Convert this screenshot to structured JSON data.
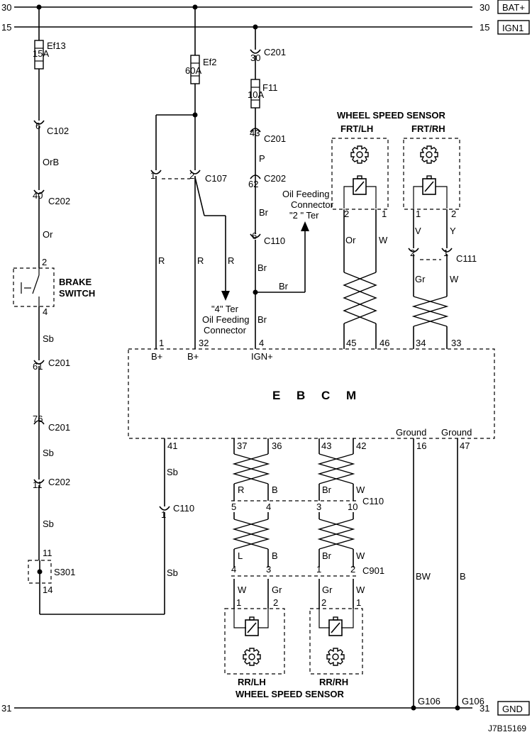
{
  "rails": {
    "bat": {
      "num_left": "30",
      "num_right": "30",
      "label": "BAT+"
    },
    "ign": {
      "num_left": "15",
      "num_right": "15",
      "label": "IGN1"
    },
    "gnd": {
      "num_left": "31",
      "num_right": "31",
      "label": "GND"
    }
  },
  "fuses": {
    "ef13": {
      "name": "Ef13",
      "rating": "15A"
    },
    "ef2": {
      "name": "Ef2",
      "rating": "60A"
    },
    "f11": {
      "name": "F11",
      "rating": "10A"
    }
  },
  "left_column": {
    "c102": {
      "pin": "6",
      "name": "C102"
    },
    "wire1": "OrB",
    "c202a": {
      "pin": "40",
      "name": "C202"
    },
    "wire2": "Or",
    "brake_switch": {
      "pin_top": "2",
      "pin_bottom": "4",
      "label_line1": "BRAKE",
      "label_line2": "SWITCH"
    },
    "wire3": "Sb",
    "c201a": {
      "pin": "61",
      "name": "C201"
    },
    "c201b": {
      "pin": "76",
      "name": "C201"
    },
    "wire4": "Sb",
    "c202b": {
      "pin": "11",
      "name": "C202"
    },
    "wire5": "Sb",
    "s301": {
      "name": "S301",
      "pin_top": "11",
      "pin_bottom": "14"
    }
  },
  "ign_column": {
    "c201_top": {
      "pin": "30",
      "name": "C201"
    },
    "c201_mid": {
      "pin": "43",
      "name": "C201"
    },
    "wire_p": "P",
    "c202": {
      "pin": "62",
      "name": "C202"
    },
    "wire_br1": "Br",
    "c110": {
      "pin": "6",
      "name": "C110"
    },
    "wire_br2": "Br",
    "wire_br_branch": "Br",
    "wire_br3": "Br",
    "oil_connector_2": [
      "Oil Feeding",
      "Connector",
      "\"2 \" Ter"
    ]
  },
  "c107": {
    "name": "C107",
    "pin1": "1",
    "pin2": "2"
  },
  "oil_connector_4": [
    "\"4\" Ter",
    "Oil Feeding",
    "Connector"
  ],
  "wire_r": "R",
  "ebcm": {
    "title": "E B C M",
    "pins_top": [
      {
        "num": "1",
        "label": "B+"
      },
      {
        "num": "32",
        "label": "B+"
      },
      {
        "num": "4",
        "label": "IGN+"
      },
      {
        "num": "45"
      },
      {
        "num": "46"
      },
      {
        "num": "34"
      },
      {
        "num": "33"
      }
    ],
    "pins_bottom": [
      {
        "num": "41"
      },
      {
        "num": "37"
      },
      {
        "num": "36"
      },
      {
        "num": "43"
      },
      {
        "num": "42"
      },
      {
        "num": "16",
        "label": "Ground"
      },
      {
        "num": "47",
        "label": "Ground"
      }
    ]
  },
  "front_sensors": {
    "title": "WHEEL SPEED SENSOR",
    "lh": {
      "label": "FRT/LH",
      "pin_left": "2",
      "pin_right": "1",
      "wire_left": "Or",
      "wire_right": "W"
    },
    "rh": {
      "label": "FRT/RH",
      "pin_left": "1",
      "pin_right": "2",
      "wire_left": "V",
      "wire_right": "Y"
    },
    "c111": {
      "name": "C111",
      "pin_left": "2",
      "pin_right": "1",
      "wire_left": "Gr",
      "wire_right": "W"
    }
  },
  "lower": {
    "wire_41": "Sb",
    "c110_41": {
      "pin": "1",
      "name": "C110"
    },
    "wire_41b": "Sb",
    "c110": {
      "name": "C110",
      "pins": [
        "5",
        "4",
        "3",
        "10"
      ]
    },
    "wires_upper": [
      "R",
      "B",
      "Br",
      "W"
    ],
    "wires_lower": [
      "L",
      "B",
      "Br",
      "W"
    ],
    "c901": {
      "name": "C901",
      "pins": [
        "4",
        "3",
        "1",
        "2"
      ]
    },
    "rear_wires": [
      "W",
      "Gr",
      "Gr",
      "W"
    ],
    "rear_lh": {
      "pin_left": "1",
      "pin_right": "2",
      "label": "RR/LH"
    },
    "rear_rh": {
      "pin_left": "2",
      "pin_right": "1",
      "label": "RR/RH"
    },
    "rear_title": "WHEEL SPEED SENSOR",
    "ground_wires": [
      "BW",
      "B"
    ],
    "grounds": [
      "G106",
      "G106"
    ]
  },
  "figure_id": "J7B15169"
}
